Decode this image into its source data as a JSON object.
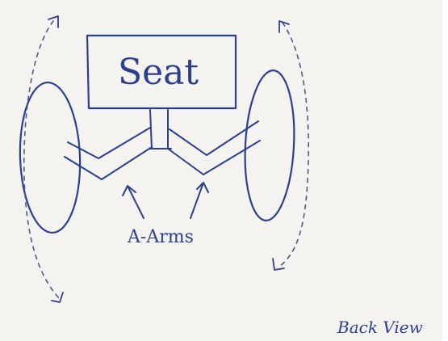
{
  "diagram": {
    "seat_label": "Seat",
    "arms_label": "A-Arms",
    "view_label": "Back View"
  },
  "colors": {
    "ink": "#2b3f8f",
    "paper": "#f4f3ef"
  }
}
